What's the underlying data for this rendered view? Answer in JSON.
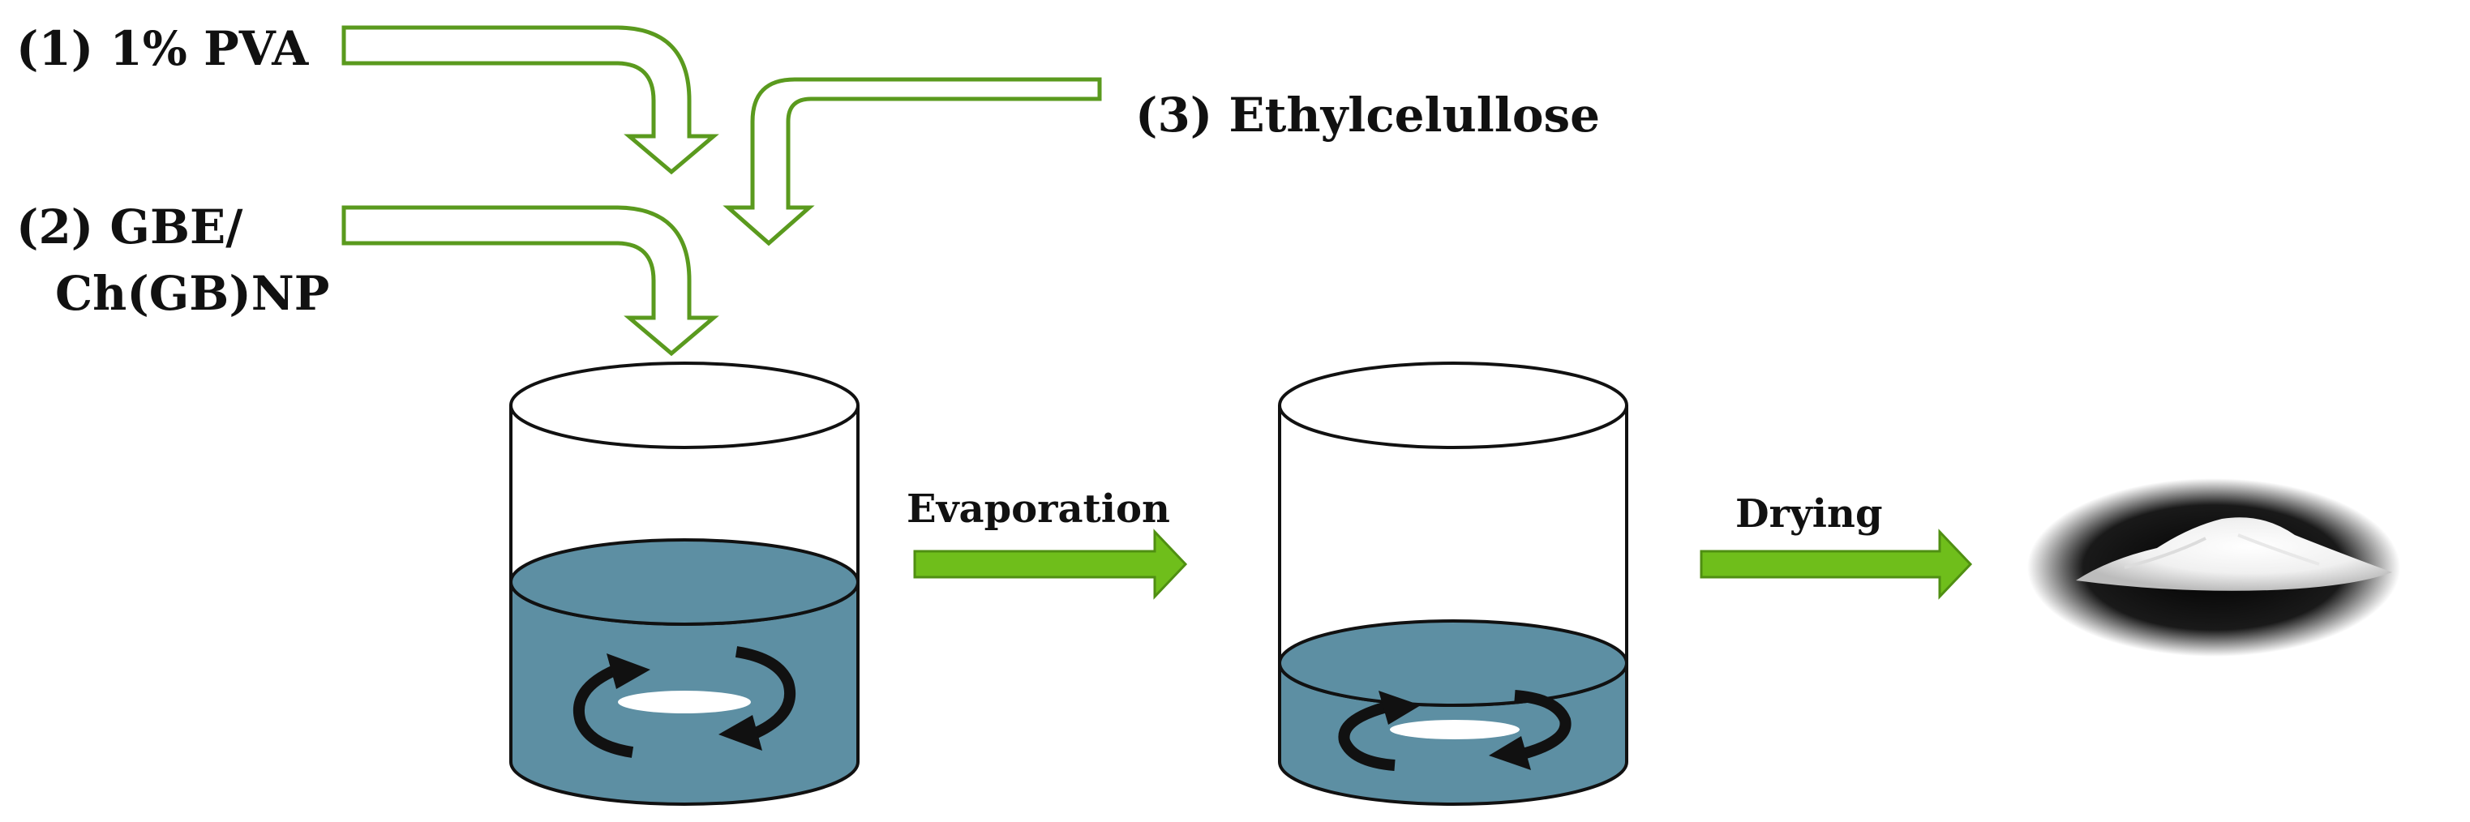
{
  "inputs": {
    "pva_label": "(1) 1% PVA",
    "gbe_label_line1": "(2) GBE/",
    "gbe_label_line2": "Ch(GB)NP",
    "ethyl_label": "(3) Ethylcelullose"
  },
  "steps": {
    "evaporation_label": "Evaporation",
    "drying_label": "Drying"
  },
  "colors": {
    "input_arrow_outline": "#5a9a1e",
    "process_arrow_fill": "#6fbe1b",
    "process_arrow_outline": "#4f8f12",
    "liquid": "#5d8fa3",
    "outline": "#111111",
    "stir_bar": "#ffffff"
  },
  "icons": {
    "stir_arrows": "circular-arrows-icon",
    "powder": "white-powder-pile"
  }
}
